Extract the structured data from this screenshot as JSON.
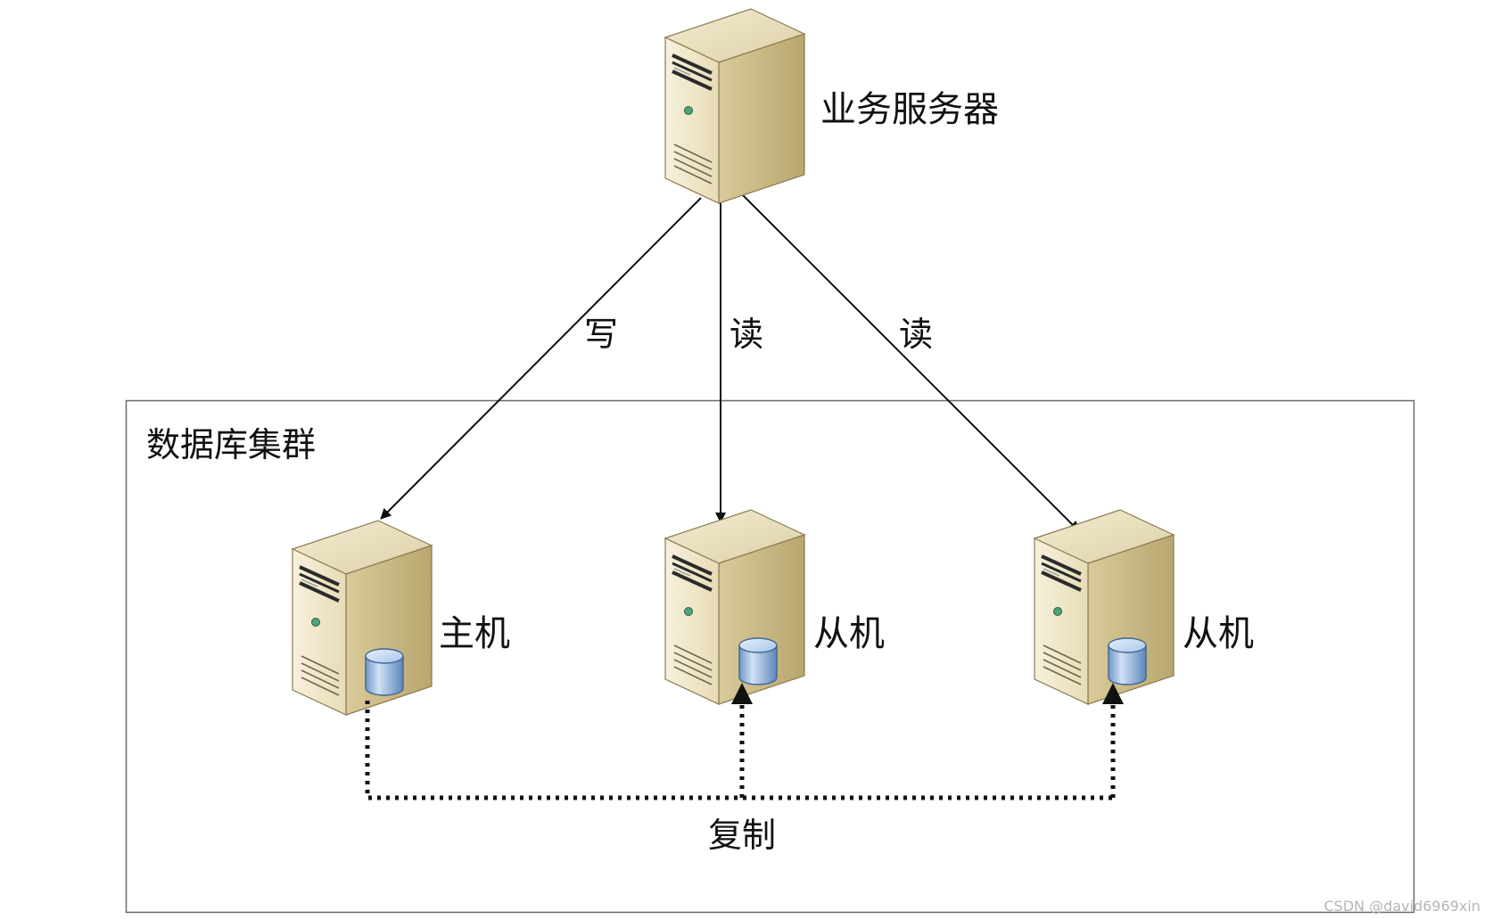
{
  "diagram": {
    "cluster_label": "数据库集群",
    "nodes": {
      "business_server": {
        "label": "业务服务器"
      },
      "master": {
        "label": "主机"
      },
      "slave_1": {
        "label": "从机"
      },
      "slave_2": {
        "label": "从机"
      }
    },
    "edges": {
      "write": {
        "label": "写",
        "from": "business_server",
        "to": "master"
      },
      "read_1": {
        "label": "读",
        "from": "business_server",
        "to": "slave_1"
      },
      "read_2": {
        "label": "读",
        "from": "business_server",
        "to": "slave_2"
      },
      "replication": {
        "label": "复制",
        "from": "master",
        "to": [
          "slave_1",
          "slave_2"
        ],
        "style": "dotted"
      }
    },
    "watermark": "CSDN @david6969xin"
  }
}
